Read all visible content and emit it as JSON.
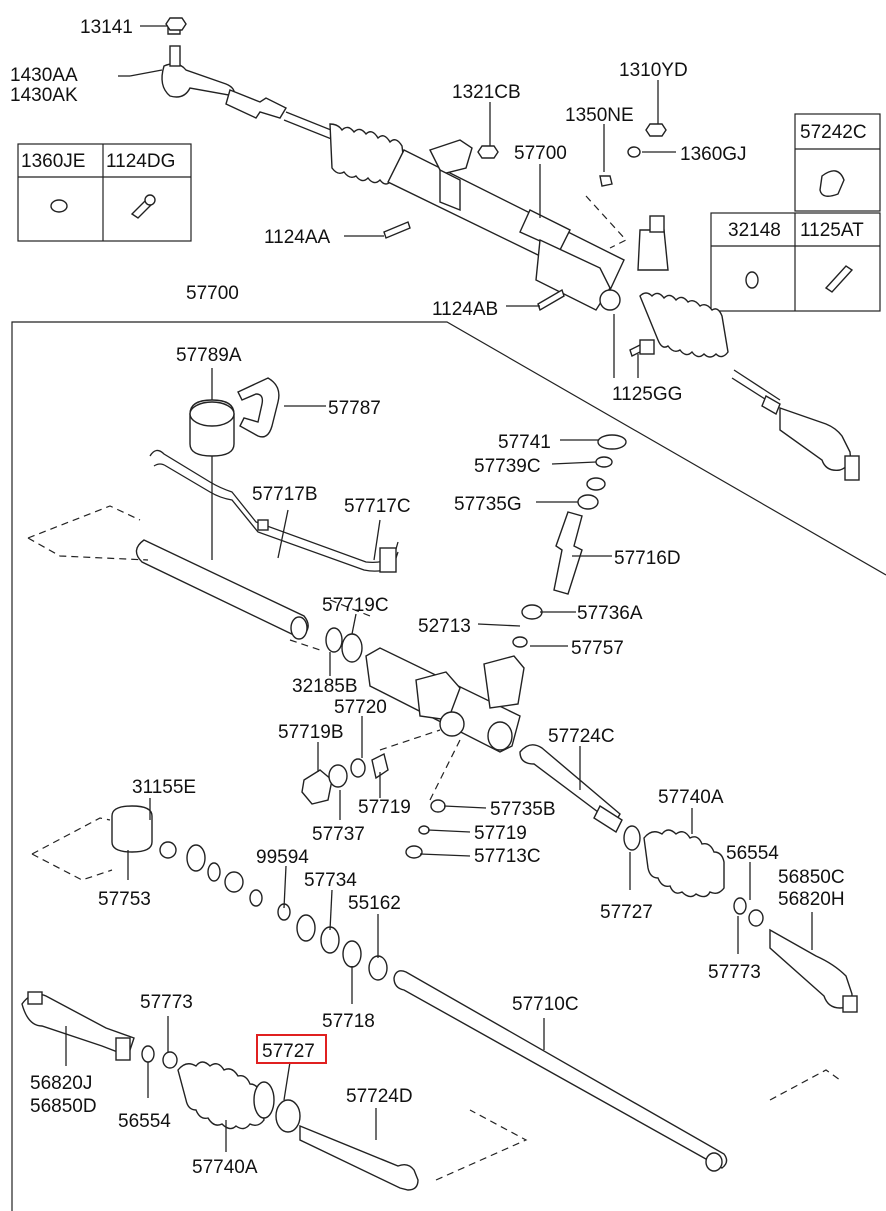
{
  "labels": {
    "l13141": "13141",
    "l1430AA": "1430AA",
    "l1430AK": "1430AK",
    "l1321CB": "1321CB",
    "l1310YD": "1310YD",
    "l1350NE": "1350NE",
    "l57242C": "57242C",
    "l1360JE": "1360JE",
    "l1124DG": "1124DG",
    "l57700a": "57700",
    "l1360GJ": "1360GJ",
    "l1124AA": "1124AA",
    "l32148": "32148",
    "l1125AT": "1125AT",
    "l57700b": "57700",
    "l1124AB": "1124AB",
    "l57789A": "57789A",
    "l57787": "57787",
    "l1125GG": "1125GG",
    "l57741": "57741",
    "l57739C": "57739C",
    "l57717B": "57717B",
    "l57717C": "57717C",
    "l57735G": "57735G",
    "l57716D": "57716D",
    "l57719Ca": "57719C",
    "l52713": "52713",
    "l57736A": "57736A",
    "l57757": "57757",
    "l32185B": "32185B",
    "l57720": "57720",
    "l57719B": "57719B",
    "l57724C": "57724C",
    "l31155E": "31155E",
    "l57719a": "57719",
    "l57735B": "57735B",
    "l57740Aa": "57740A",
    "l57737": "57737",
    "l57719b": "57719",
    "l57713C": "57713C",
    "l99594": "99594",
    "l56554a": "56554",
    "l57734": "57734",
    "l56850C": "56850C",
    "l57753": "57753",
    "l55162": "55162",
    "l56820H": "56820H",
    "l57727a": "57727",
    "l57773a": "57773",
    "l57718": "57718",
    "l57773b": "57773",
    "l57710C": "57710C",
    "l57727b": "57727",
    "l56820J": "56820J",
    "l56850D": "56850D",
    "l56554b": "56554",
    "l57724D": "57724D",
    "l57740Ab": "57740A"
  },
  "highlight": {
    "part": "57727",
    "color": "#e02020"
  }
}
